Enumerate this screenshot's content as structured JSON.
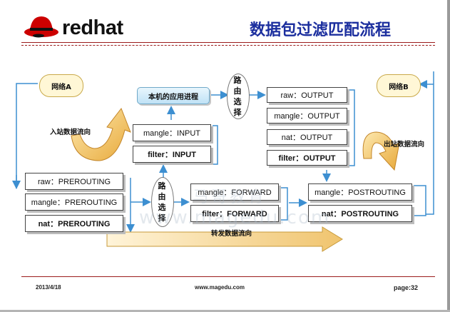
{
  "brand": {
    "logo_text": "redhat"
  },
  "title": "数据包过滤匹配流程",
  "nodes": {
    "net_a": "网络A",
    "net_b": "网络B",
    "local_process": "本机的应用进程",
    "route_top": [
      "路",
      "由",
      "选",
      "择"
    ],
    "route_mid": [
      "路",
      "由",
      "选",
      "择"
    ],
    "mangle_input": "mangle：INPUT",
    "filter_input": "filter：INPUT",
    "raw_output": "raw：OUTPUT",
    "mangle_output": "mangle：OUTPUT",
    "nat_output": "nat：OUTPUT",
    "filter_output": "filter：OUTPUT",
    "raw_prerouting": "raw：PREROUTING",
    "mangle_prerouting": "mangle：PREROUTING",
    "nat_prerouting": "nat：PREROUTING",
    "mangle_forward": "mangle：FORWARD",
    "filter_forward": "filter：FORWARD",
    "mangle_postrouting": "mangle：POSTROUTING",
    "nat_postrouting": "nat：POSTROUTING"
  },
  "labels": {
    "inbound": "入站数据流向",
    "outbound": "出站数据流向",
    "forward": "转发数据流向"
  },
  "watermark": {
    "line1": "马哥教育",
    "line2": "www.magedu.com"
  },
  "footer": {
    "date": "2013/4/18",
    "url": "www.magedu.com",
    "page": "page:32"
  },
  "colors": {
    "title": "#1b2e9e",
    "rule": "#9b1c1c",
    "arrow_blue": "#3d8fd1",
    "flow_arrow": "#f1c97a"
  }
}
